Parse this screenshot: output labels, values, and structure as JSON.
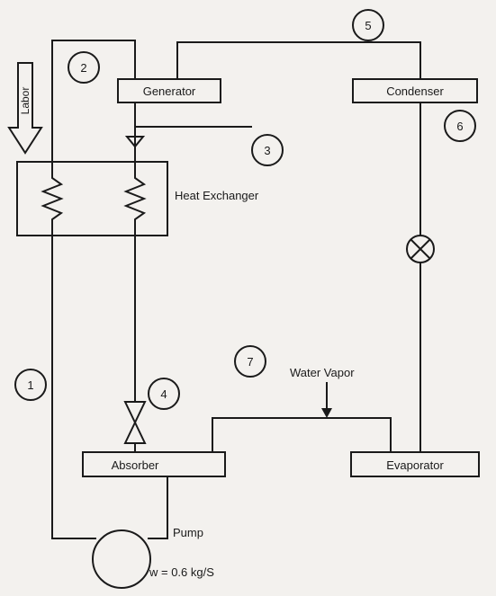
{
  "components": {
    "generator": "Generator",
    "condenser": "Condenser",
    "heat_exchanger": "Heat Exchanger",
    "absorber": "Absorber",
    "evaporator": "Evaporator",
    "pump": "Pump"
  },
  "annotations": {
    "labor": "Labor",
    "water_vapor": "Water Vapor",
    "flow_rate": "w = 0.6 kg/S"
  },
  "state_points": [
    "1",
    "2",
    "3",
    "4",
    "5",
    "6",
    "7"
  ],
  "colors": {
    "ink": "#1a1a1a",
    "paper": "#f3f1ee"
  }
}
